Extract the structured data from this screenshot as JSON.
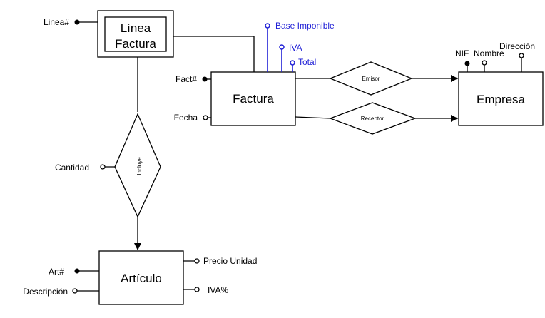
{
  "entities": {
    "linea_factura": {
      "line1": "Línea",
      "line2": "Factura"
    },
    "factura": "Factura",
    "empresa": "Empresa",
    "articulo": "Artículo"
  },
  "relationships": {
    "incluye": "Incluye",
    "emisor": "Emisor",
    "receptor": "Receptor"
  },
  "attributes": {
    "linea_num": "Linea#",
    "cantidad": "Cantidad",
    "base_imponible": "Base Imponible",
    "iva": "IVA",
    "total": "Total",
    "fact_num": "Fact#",
    "fecha": "Fecha",
    "nif": "NIF",
    "nombre": "Nombre",
    "direccion": "Dirección",
    "precio_unidad": "Precio Unidad",
    "iva_pct": "IVA%",
    "art_num": "Art#",
    "descripcion": "Descripción"
  },
  "colors": {
    "derived_attribute": "#1f1fd6",
    "line": "#000000"
  }
}
